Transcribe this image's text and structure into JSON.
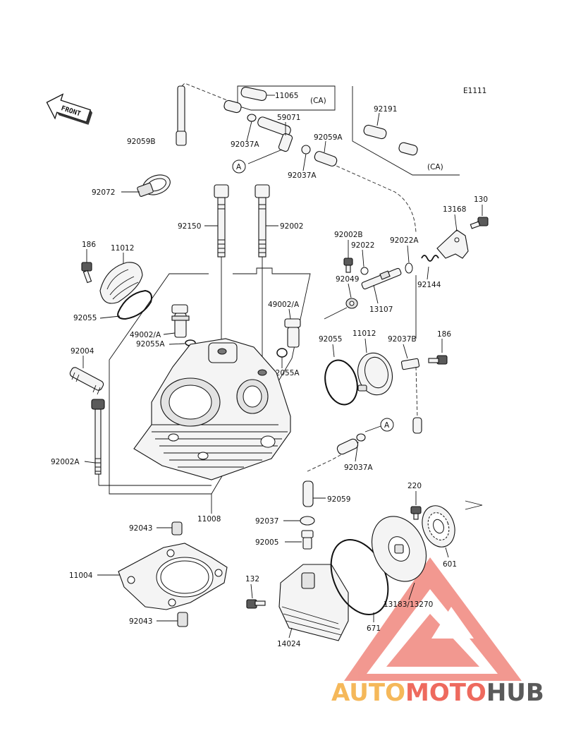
{
  "diagram_code": "E1111",
  "front_label": "FRONT",
  "callout_a": "A",
  "labels": {
    "p11065": "11065",
    "ca_top": "(CA)",
    "p59071": "59071",
    "p92059B": "92059B",
    "p92037A_1": "92037A",
    "p92059A": "92059A",
    "p92037A_2": "92037A",
    "p92191": "92191",
    "ca_right": "(CA)",
    "p92072": "92072",
    "p13168": "13168",
    "p130": "130",
    "p92150": "92150",
    "p92002": "92002",
    "p92002B": "92002B",
    "p92022": "92022",
    "p92022A": "92022A",
    "p186_1": "186",
    "p11012_1": "11012",
    "p92049": "92049",
    "p92144": "92144",
    "p13107": "13107",
    "p92055_1": "92055",
    "p49002A_1": "49002/A",
    "p49002A_2": "49002/A",
    "p92055A_1": "92055A",
    "p92004": "92004",
    "p92055_2": "92055",
    "p11012_2": "11012",
    "p92037B": "92037B",
    "p186_2": "186",
    "p92055A_2": "92055A",
    "p92002A": "92002A",
    "p92037A_3": "92037A",
    "p92059": "92059",
    "p11008": "11008",
    "p220": "220",
    "p92043_1": "92043",
    "p92037": "92037",
    "p92005": "92005",
    "p11004": "11004",
    "p601": "601",
    "p132": "132",
    "p13183": "13183/13270",
    "p92043_2": "92043",
    "p671": "671",
    "p14024": "14024"
  },
  "watermark": {
    "part1": "AUTO",
    "part2": "MOTO",
    "part3": "HUB",
    "color1": "#f5b85a",
    "color2": "#ee6a5e",
    "color3": "#5a5a5a"
  }
}
